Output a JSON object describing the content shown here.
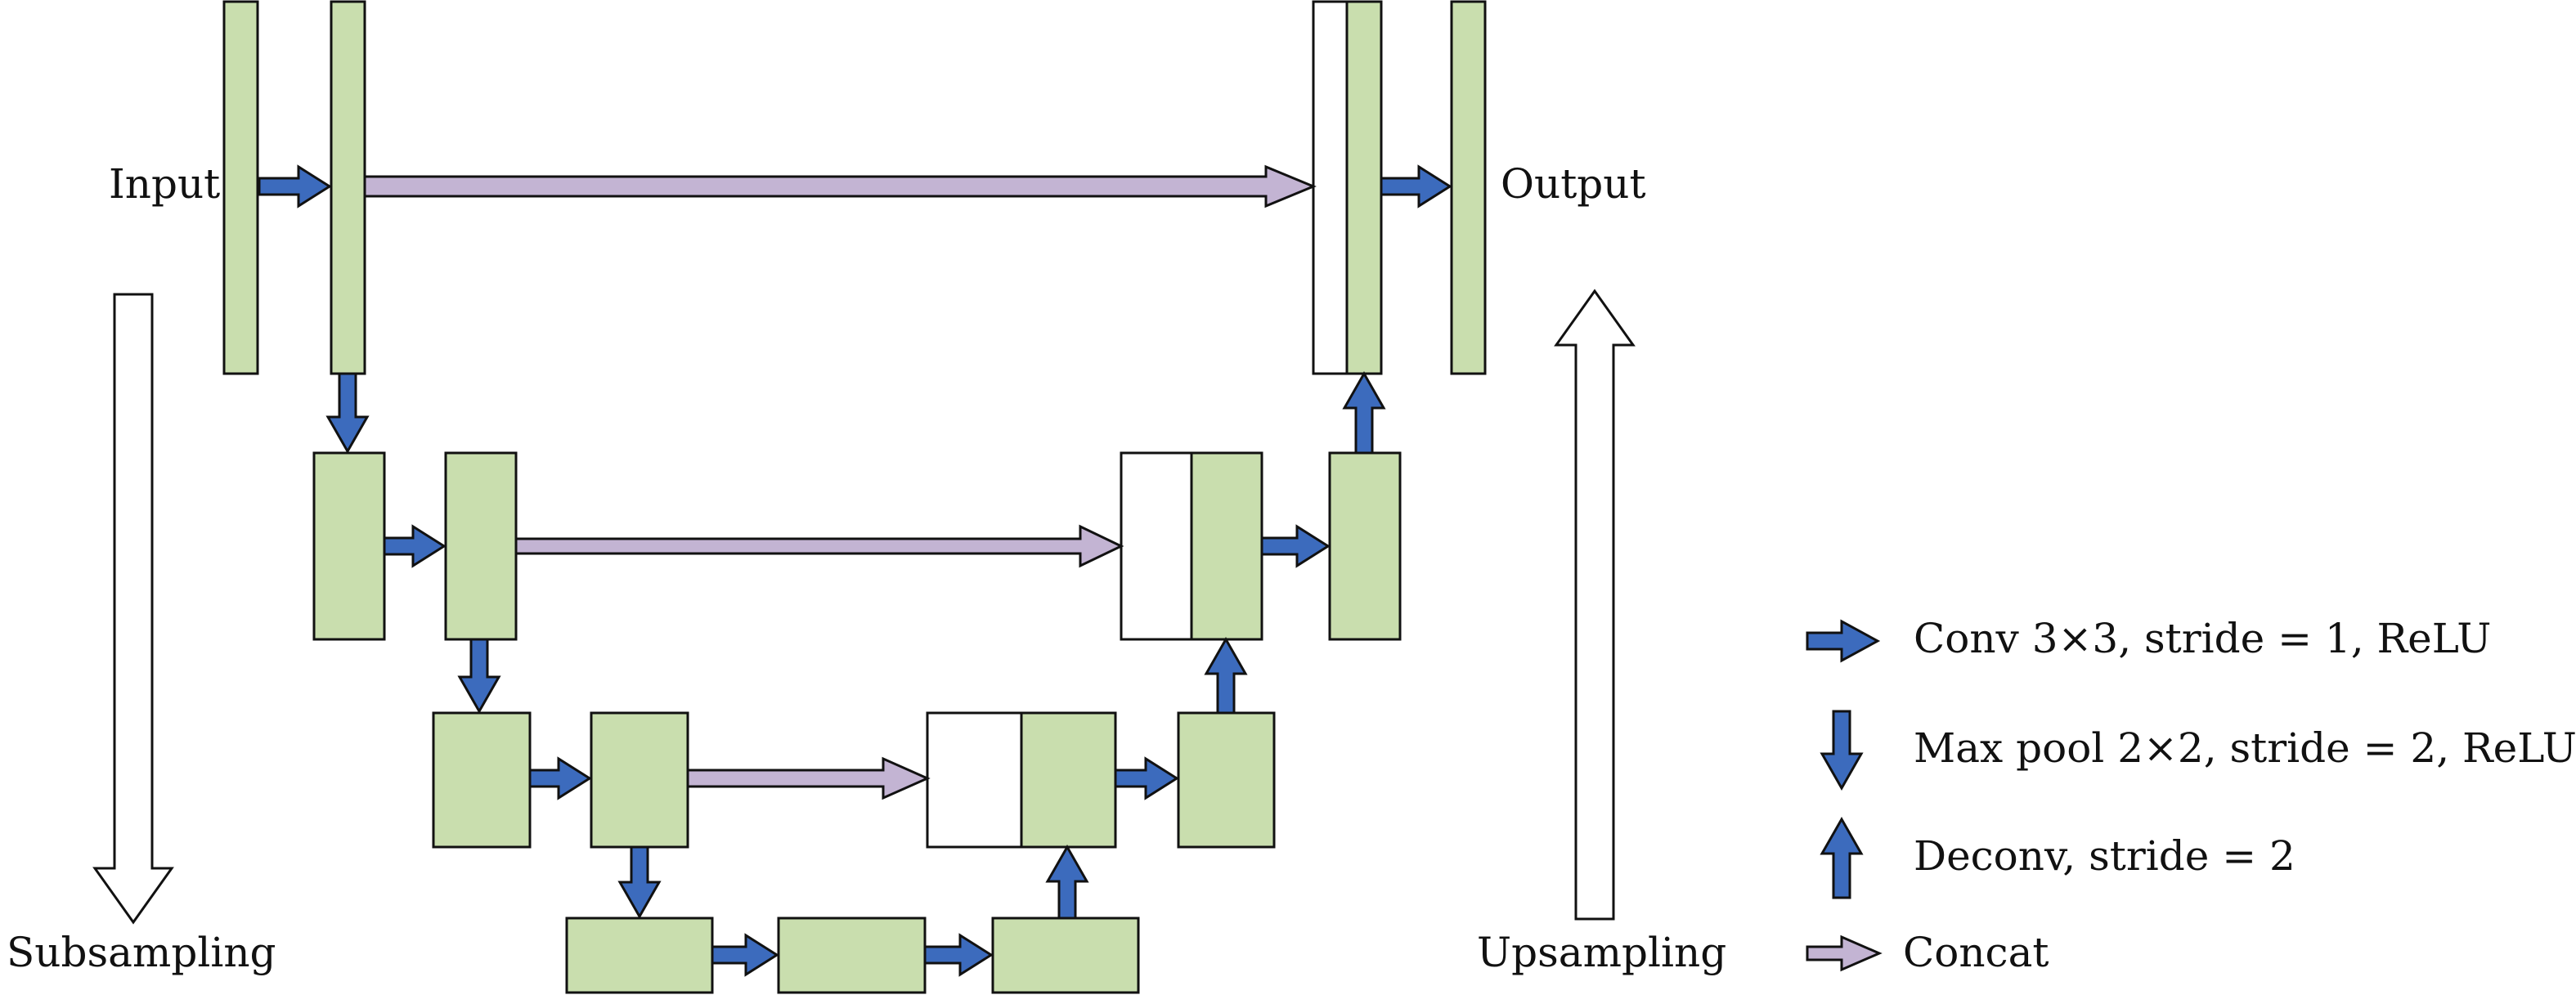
{
  "labels": {
    "input": "Input",
    "output": "Output",
    "subsampling": "Subsampling",
    "upsampling": "Upsampling"
  },
  "legend": {
    "conv": "Conv 3×3, stride = 1, ReLU",
    "maxpool": "Max pool 2×2, stride = 2, ReLU",
    "deconv": "Deconv, stride = 2",
    "concat": "Concat"
  },
  "colors": {
    "feature_map": "#c9deae",
    "copied_map": "#ffffff",
    "conv_arrow": "#3c6bbd",
    "concat_arrow": "#c3b4d3",
    "outline": "#111111"
  },
  "icons": {
    "conv": "right-arrow-icon",
    "maxpool": "down-arrow-icon",
    "deconv": "up-arrow-icon",
    "concat": "right-arrow-icon",
    "subsampling": "down-arrow-icon",
    "upsampling": "up-arrow-icon"
  }
}
